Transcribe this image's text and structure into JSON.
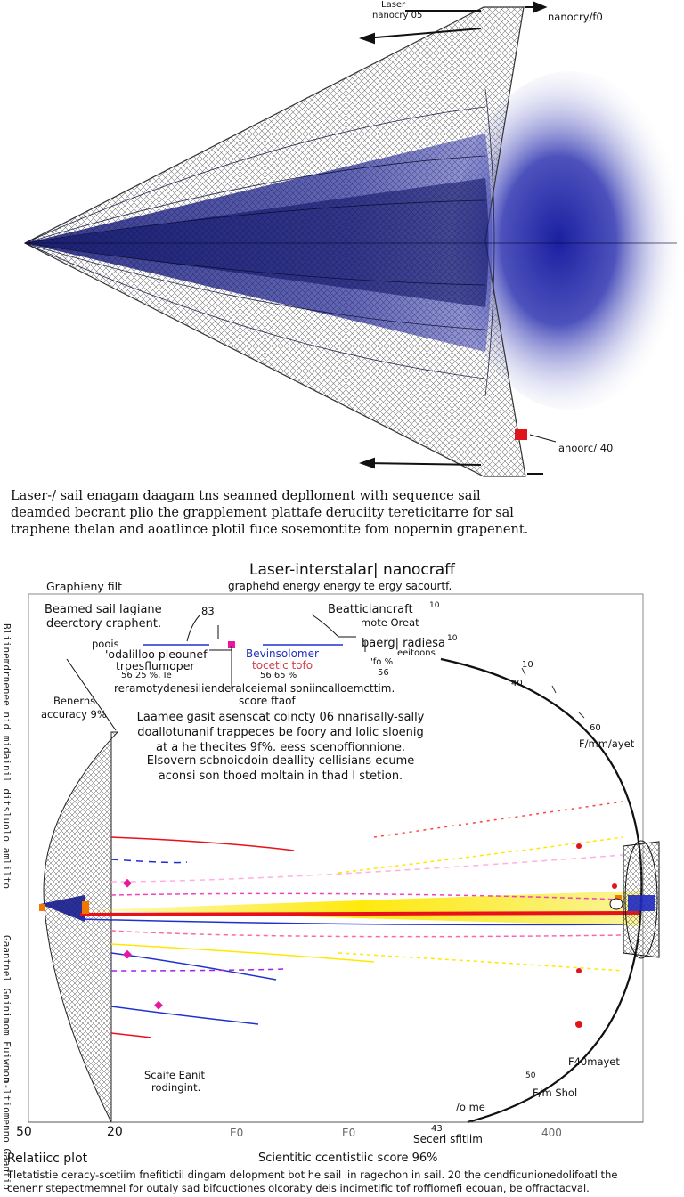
{
  "top_diagram": {
    "labels": {
      "laser_top": "Laser",
      "laser_sub": "nanocry 05",
      "nanocraft_top": "nanocry/f0",
      "anchor_bottom": "anoorc/ 40"
    },
    "colors": {
      "sail_blue": "#1b1f8f",
      "glow_blue": "#1a1fa0",
      "marker_red": "#e0141b"
    }
  },
  "caption_top": {
    "line1": "Laser-/ sail enagam daagam tns seanned deplloment with sequence sail",
    "line2": "deamded becrant plio the grapplement plattafe deruciity tereticitarre for sal",
    "line3": "traphene thelan and aoatlince plotil fuce sosemontite fom nopernin grapenent."
  },
  "bottom_diagram": {
    "title": "Laser-interstalar| nanocraff",
    "subtitle": "graphehd energy energy te ergy sacourtf.",
    "panel_label": "Graphieny filt",
    "callouts": {
      "beamed_1": "Beamed sail lagiane",
      "beamed_2": "deerctory craphent.",
      "num_83": "83",
      "poois": "poois",
      "dallio_1": "'odalilloo pleounef",
      "dallio_2": "trpesflumoper",
      "dallio_3": "56  25  %.  Ie",
      "mid_1": "Bevinsolomer",
      "mid_2": "tocetic tofo",
      "mid_3": "56   65   %",
      "beat_1": "Beatticiancraft",
      "beat_sup": "10",
      "beat_2": "mote Oreat",
      "baerg_1": "baerg| radiesa",
      "baerg_sup": "10",
      "baerg_2": "eeitoons",
      "baerg_3": "'fo %",
      "baerg_4": "56",
      "ramoty": "reramotydenesilienderalceiemal soniincalloemcttim.",
      "score": "score ftaof",
      "para1_1": "Laamee gasit asenscat coincty 06 nnarisally-sally",
      "para1_2": "doallotunanif trappeces be foory and lolic sloenig",
      "para1_3": "at a he thecites 9f%. eess scenoffionnione.",
      "para2_1": "Elsovern scbnoicdoin deallity cellisians ecume",
      "para2_2": "aconsi son thoed moltain  in  thad  I  stetion.",
      "benerms_1": "Benerns",
      "benerms_2": "accuracy 9%",
      "arc_10": "10",
      "arc_40": "40",
      "arc_60": "60",
      "fmmyet": "F/mm/ayet",
      "f40": "F40mayet",
      "fshol": "F/m Shol",
      "scale_1": "Scaife Eanit",
      "scale_2": "rodingint.",
      "fome": "/o me",
      "num_50": "50",
      "num_43": "43",
      "seceri": "Seceri sfitiim"
    },
    "axis_ticks": [
      "50",
      "20",
      "E0",
      "E0",
      "400"
    ],
    "left_vertical": [
      "Bliinemdrnenee nid midainil  ditsluolo  amlilto",
      "Gaantnel  Gninimom  Euiwnon",
      "o-ltiomenno  Gaantio"
    ]
  },
  "footer": {
    "left_label": "Relatiicc plot",
    "center_label": "Scientitic ccentistiic  score 96%",
    "line1": "Tletatistie ceracy-scetiim fnefitictil dingam delopment bot he sail lin ragechon in sail.  20  the cendficunionedolifoatl the",
    "line2": "cenenr stepectmemnel for outaly sad bifcuctiones olcoraby deis incimetific tof roffiomefi ecouan, be offractacval."
  }
}
